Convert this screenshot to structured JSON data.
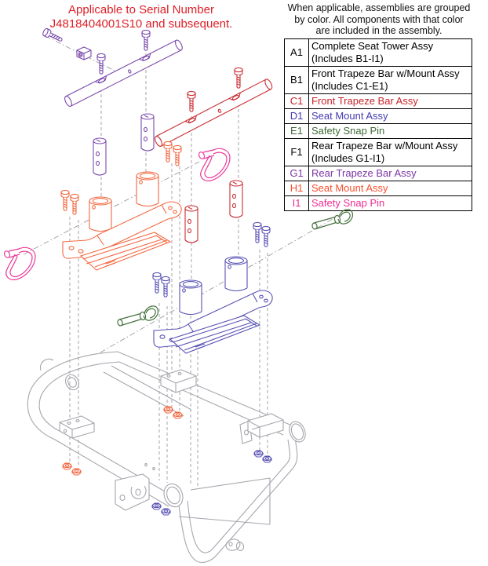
{
  "page": {
    "note_left": "Applicable to Serial Number\nJ4818404001S10 and subsequent.",
    "note_right": "When applicable, assemblies are grouped\nby color. All components with that color\nare included in the assembly."
  },
  "table": {
    "rows": [
      {
        "id": "A1",
        "label": "Complete Seat Tower Assy\n(Includes B1-I1)",
        "color": "#000000"
      },
      {
        "id": "B1",
        "label": "Front Trapeze Bar w/Mount Assy\n(Includes C1-E1)",
        "color": "#000000"
      },
      {
        "id": "C1",
        "label": "Front Trapeze Bar Assy",
        "color": "#c8232a"
      },
      {
        "id": "D1",
        "label": "Seat Mount Assy",
        "color": "#423bb2"
      },
      {
        "id": "E1",
        "label": "Safety Snap Pin",
        "color": "#3d6b36"
      },
      {
        "id": "F1",
        "label": "Rear Trapeze Bar w/Mount Assy\n(Includes G1-I1)",
        "color": "#000000"
      },
      {
        "id": "G1",
        "label": "Rear Trapeze Bar Assy",
        "color": "#7b35a5"
      },
      {
        "id": "H1",
        "label": "Seat Mount Assy",
        "color": "#f6502f"
      },
      {
        "id": "I1",
        "label": "Safety Snap Pin",
        "color": "#ef2e94"
      }
    ]
  },
  "colors": {
    "note_left": "#dd1f26",
    "text": "#111111",
    "purple": "#7a4aad",
    "red": "#c92d32",
    "orange": "#f26841",
    "blue": "#5953b4",
    "green": "#44713d",
    "pink": "#e93a99",
    "frame": "#a6a6ae",
    "leader": "#9b9ba1"
  }
}
